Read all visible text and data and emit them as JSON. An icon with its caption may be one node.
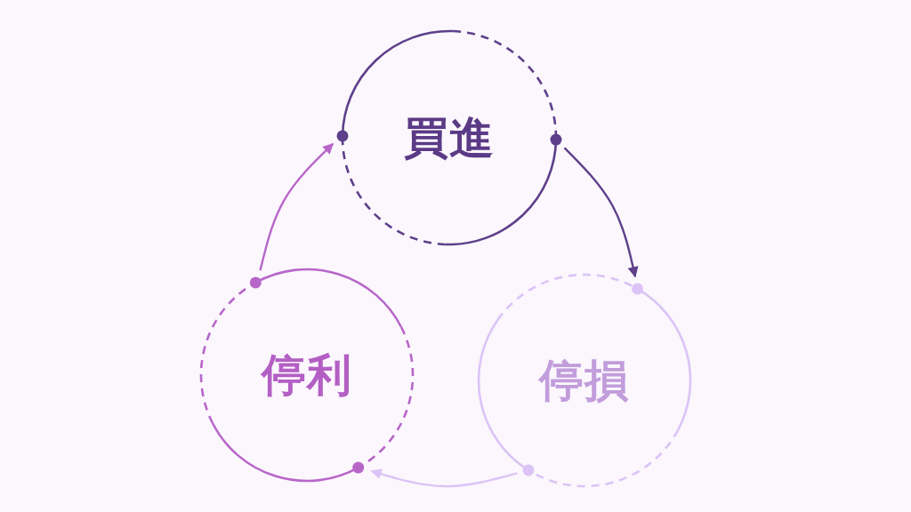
{
  "diagram": {
    "nodes": [
      {
        "text": [
          "買進"
        ]
      },
      {
        "text": [
          "停損"
        ]
      },
      {
        "text": [
          "停利"
        ]
      }
    ],
    "edges": [
      {
        "from": 0,
        "to": 1,
        "arrow": "to",
        "color": "#5e3f8a"
      },
      {
        "from": 1,
        "to": 2,
        "arrow": "to",
        "color": "#dcc3f6"
      },
      {
        "from": 2,
        "to": 0,
        "arrow": "to",
        "color": "#b866c9"
      }
    ]
  }
}
